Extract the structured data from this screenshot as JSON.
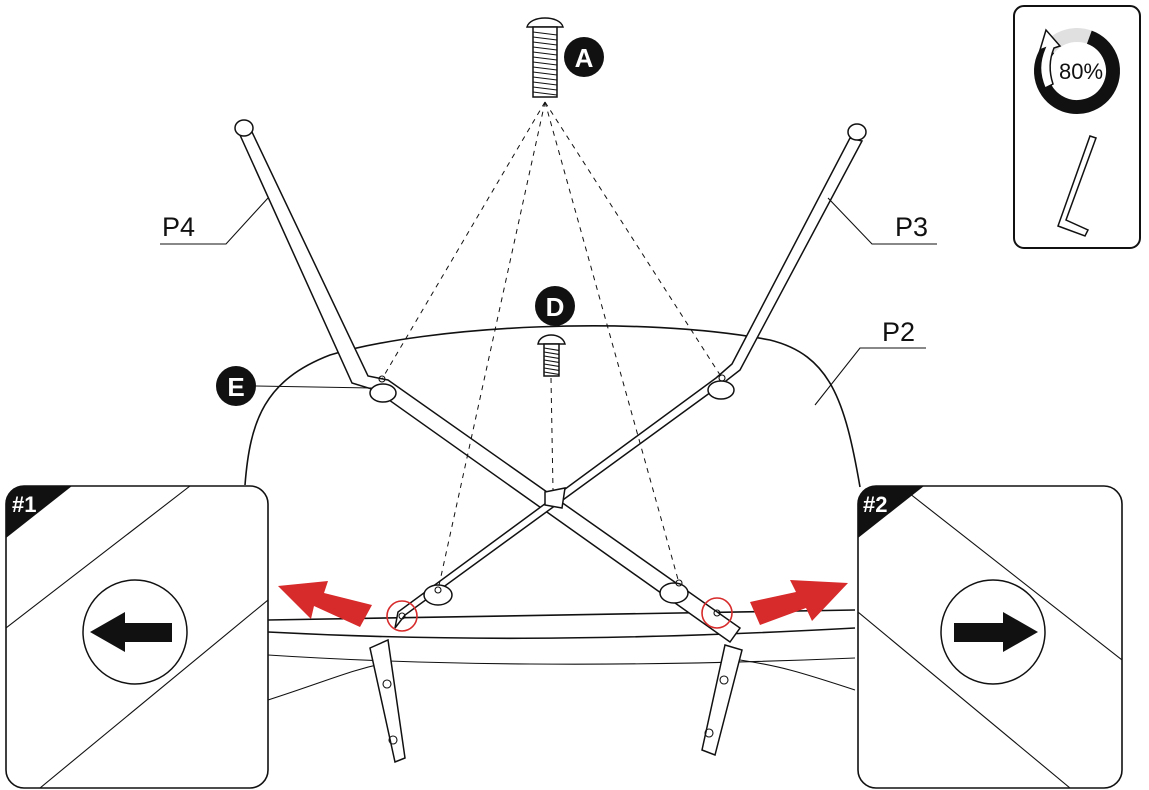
{
  "parts": {
    "screw_a": "A",
    "screw_d": "D",
    "washer_e": "E",
    "p2": "P2",
    "p3": "P3",
    "p4": "P4"
  },
  "tool_box": {
    "percent": "80%",
    "tool_icon": "allen-key-icon",
    "progress_fraction": 0.8
  },
  "detail_1": {
    "tag": "#1",
    "direction": "left",
    "icon": "arrow-left-icon"
  },
  "detail_2": {
    "tag": "#2",
    "direction": "right",
    "icon": "arrow-right-icon"
  },
  "colors": {
    "line": "#111111",
    "highlight_arrow": "#d72a2a",
    "highlight_circle": "#d72a2a",
    "badge": "#111111"
  }
}
